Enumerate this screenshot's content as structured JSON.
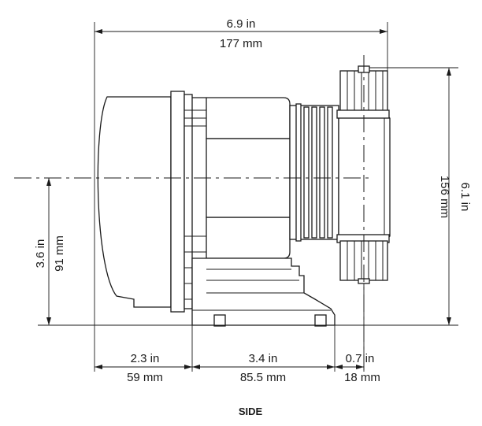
{
  "title": "SIDE",
  "dimensions": {
    "overall_width": {
      "imperial": "6.9 in",
      "metric": "177 mm"
    },
    "overall_height": {
      "imperial": "6.1 in",
      "metric": "156 mm"
    },
    "center_height": {
      "imperial": "3.6 in",
      "metric": "91 mm"
    },
    "bottom_left": {
      "imperial": "2.3 in",
      "metric": "59 mm"
    },
    "bottom_middle": {
      "imperial": "3.4 in",
      "metric": "85.5 mm"
    },
    "bottom_right": {
      "imperial": "0.7 in",
      "metric": "18 mm"
    }
  }
}
